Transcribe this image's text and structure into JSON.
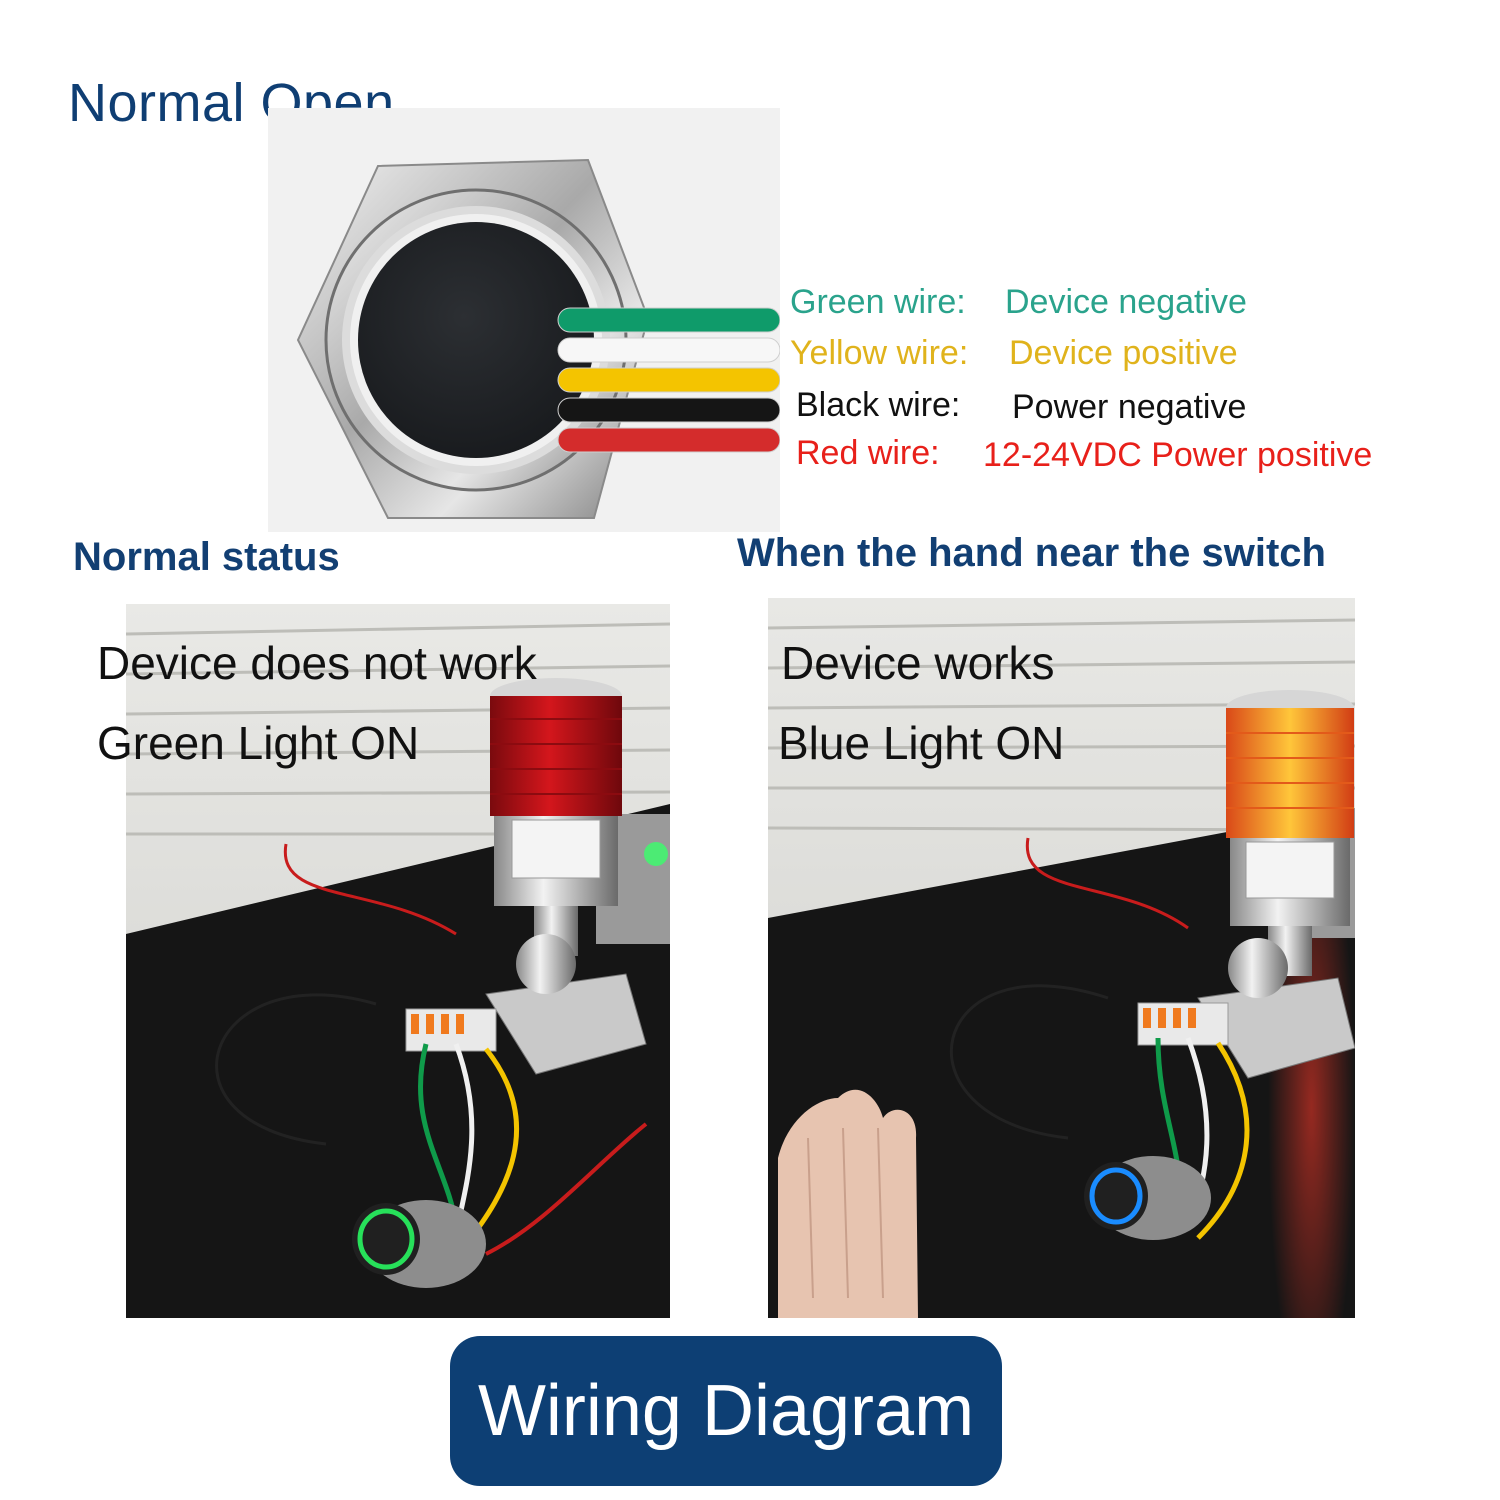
{
  "title": "Normal Open",
  "wires": [
    {
      "label": "Green wire:",
      "function": "Device negative",
      "color": "#2aa38c",
      "wire_color": "#0f9b6a"
    },
    {
      "label": "Yellow wire:",
      "function": "Device positive",
      "color": "#e0b31c",
      "wire_color": "#f4c400"
    },
    {
      "label": "Black wire:",
      "function": "Power negative",
      "color": "#111111",
      "wire_color": "#151515"
    },
    {
      "label": "Red wire:",
      "function": "12-24VDC Power positive",
      "color": "#e8201a",
      "wire_color": "#d42c2c"
    }
  ],
  "panels": {
    "left": {
      "heading": "Normal status",
      "line1": "Device does not work",
      "line2": "Green Light ON",
      "ring_color": "#27e05a",
      "tower_color": "#c8141a"
    },
    "right": {
      "heading": "When the hand near the switch",
      "line1": "Device works",
      "line2": "Blue Light ON",
      "ring_color": "#1a8cff",
      "tower_color": "#ffb21e"
    }
  },
  "banner": "Wiring Diagram",
  "colors": {
    "heading": "#123f73",
    "banner_bg": "#0d3f74"
  }
}
